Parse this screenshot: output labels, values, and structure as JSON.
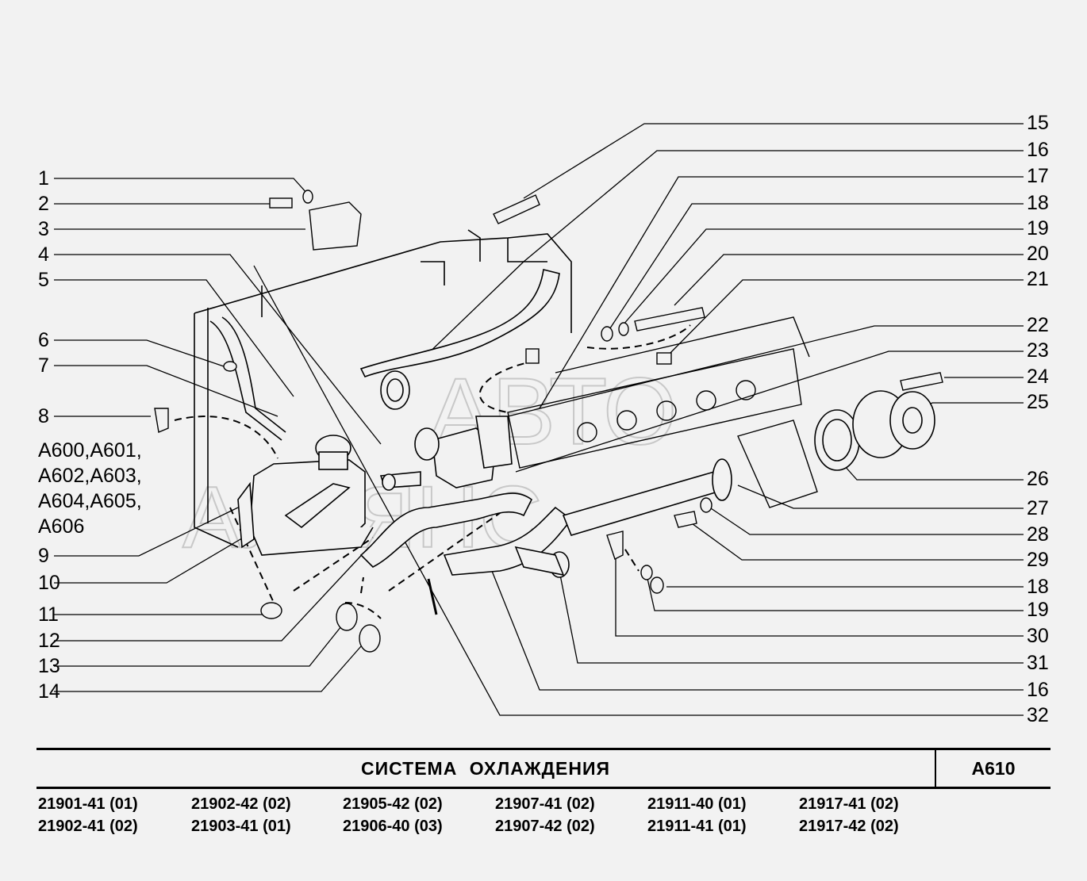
{
  "diagram": {
    "watermark_top": "АВТО",
    "watermark_bottom": "АЛЬЯНС",
    "models_note": [
      "А600,А601,",
      "А602,А603,",
      "А604,А605,",
      "А606"
    ],
    "callouts_left": [
      "1",
      "2",
      "3",
      "4",
      "5",
      "6",
      "7",
      "8",
      "9",
      "10",
      "11",
      "12",
      "13",
      "14"
    ],
    "callouts_right": [
      "15",
      "16",
      "17",
      "18",
      "19",
      "20",
      "21",
      "22",
      "23",
      "24",
      "25",
      "26",
      "27",
      "28",
      "29",
      "18",
      "19",
      "30",
      "31",
      "16",
      "32"
    ]
  },
  "title_block": {
    "title": "СИСТЕМА  ОХЛАЖДЕНИЯ",
    "code": "А610"
  },
  "variants": [
    [
      "21901-41 (01)",
      "21902-41 (02)"
    ],
    [
      "21902-42 (02)",
      "21903-41 (01)"
    ],
    [
      "21905-42 (02)",
      "21906-40 (03)"
    ],
    [
      "21907-41 (02)",
      "21907-42 (02)"
    ],
    [
      "21911-40 (01)",
      "21911-41 (01)"
    ],
    [
      "21917-41 (02)",
      "21917-42 (02)"
    ]
  ]
}
